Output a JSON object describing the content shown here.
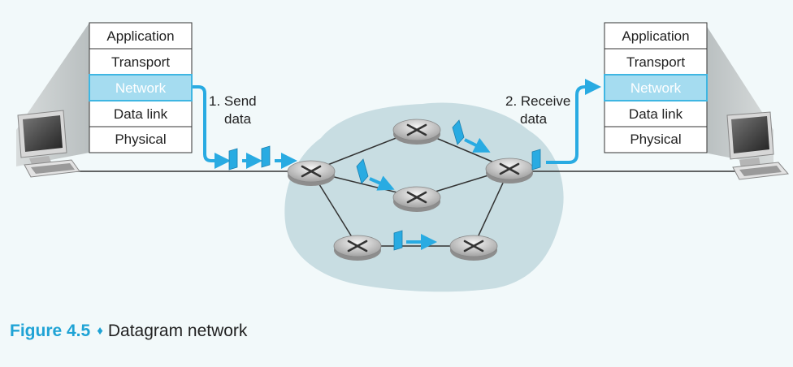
{
  "left_stack": {
    "layers": [
      "Application",
      "Transport",
      "Network",
      "Data link",
      "Physical"
    ],
    "highlighted": "Network"
  },
  "right_stack": {
    "layers": [
      "Application",
      "Transport",
      "Network",
      "Data link",
      "Physical"
    ],
    "highlighted": "Network"
  },
  "labels": {
    "send_line1": "1. Send",
    "send_line2": "data",
    "receive_line1": "2. Receive",
    "receive_line2": "data"
  },
  "caption": {
    "figure": "Figure 4.5",
    "separator": "♦",
    "title": "Datagram network"
  },
  "colors": {
    "accent": "#1fa3d5",
    "highlight_fill": "#a5dcf0",
    "highlight_border": "#3fb6e2",
    "arrow": "#29abe2",
    "cloud": "#c8dde2",
    "background": "#f2f9fa"
  }
}
